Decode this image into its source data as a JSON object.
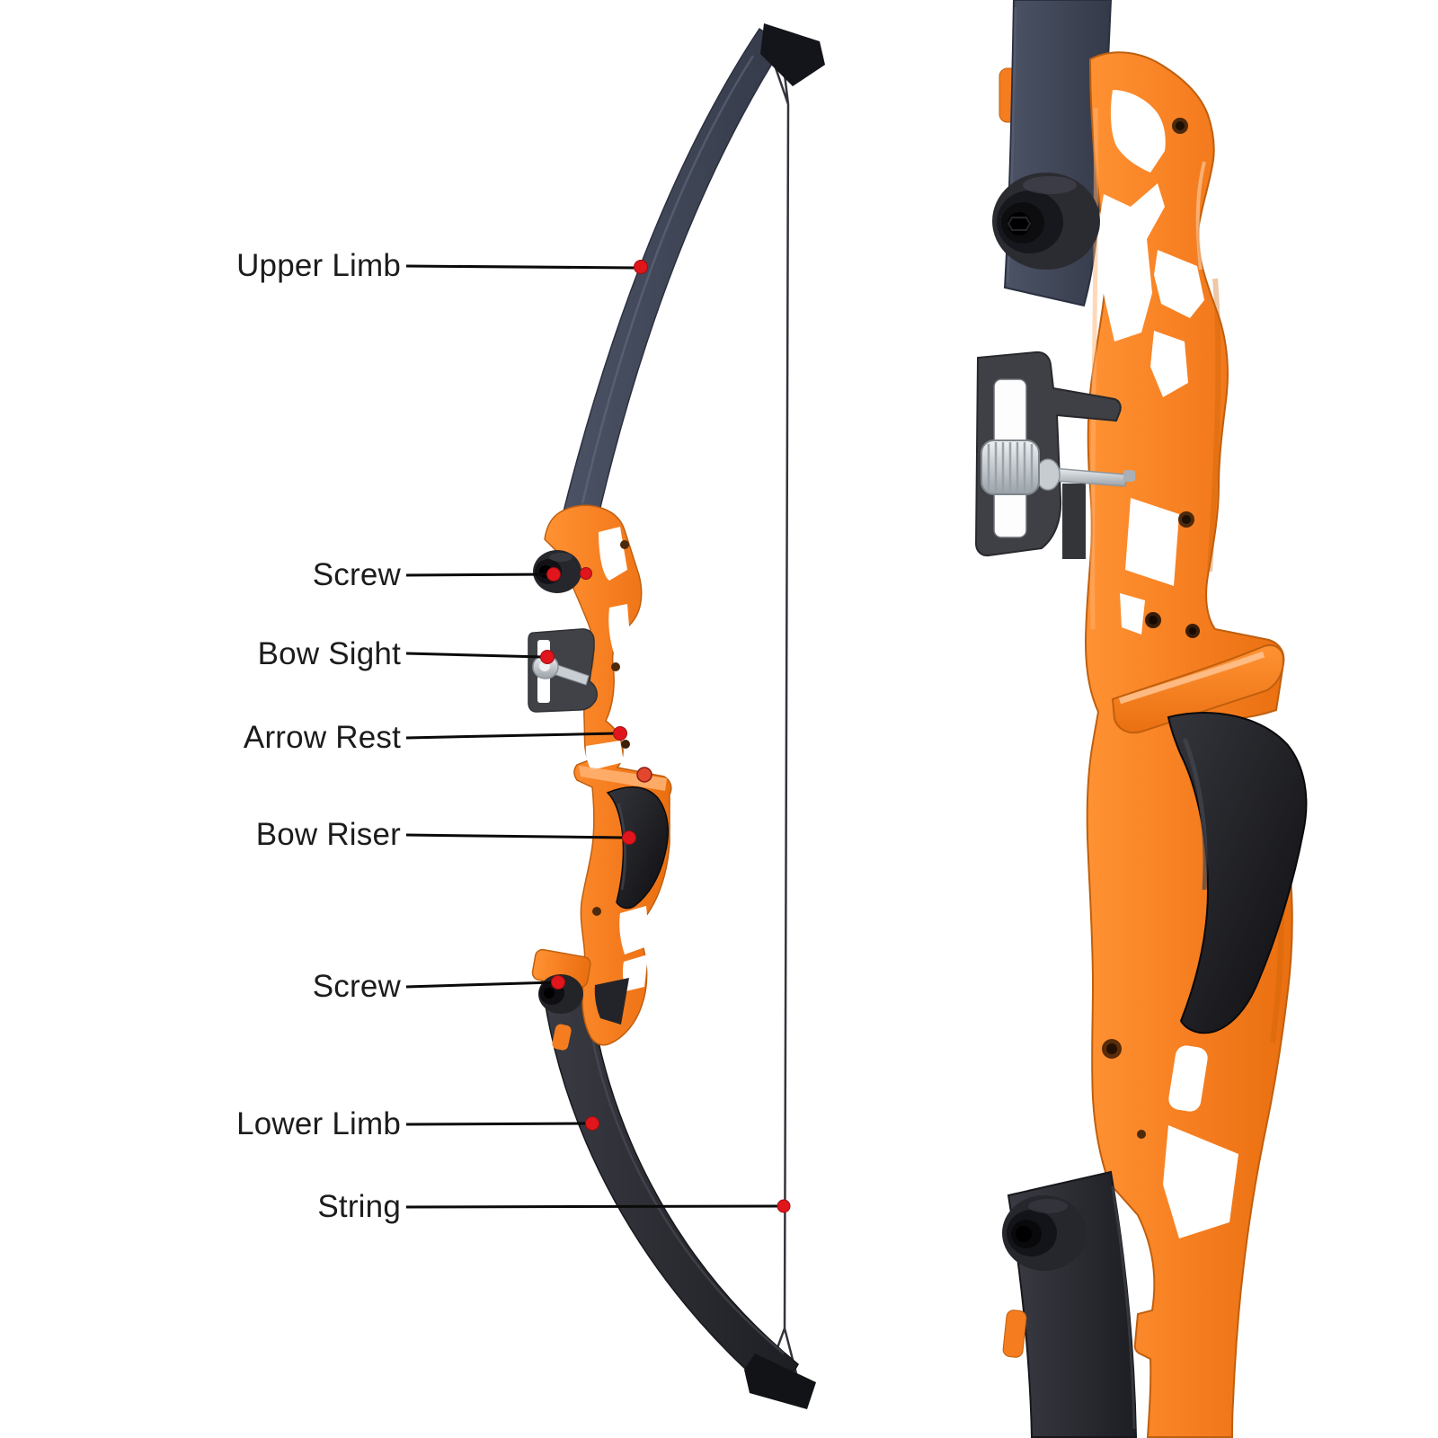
{
  "diagram": {
    "subject": "takedown recurve bow parts",
    "callouts": [
      {
        "label": "Upper Limb"
      },
      {
        "label": "Screw"
      },
      {
        "label": "Bow Sight"
      },
      {
        "label": "Arrow Rest"
      },
      {
        "label": "Bow Riser"
      },
      {
        "label": "Screw"
      },
      {
        "label": "Lower Limb"
      },
      {
        "label": "String"
      }
    ],
    "colors": {
      "background": "#ffffff",
      "riser_orange": "#f57d1f",
      "upper_limb_slate": "#3e4454",
      "lower_limb_black": "#26272c",
      "grip_black": "#141417",
      "callout_dot_red": "#e0161c",
      "leader_line_black": "#0a0a0a",
      "hardware_silver": "#ced3d8",
      "plunger_red": "#e2472e"
    }
  }
}
